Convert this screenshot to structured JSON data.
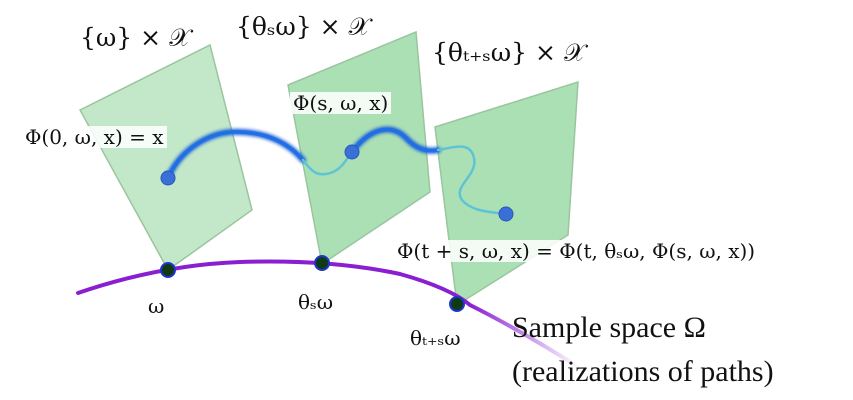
{
  "fibers": [
    {
      "title": "{ω} × 𝒳"
    },
    {
      "title": "{θₛω} × 𝒳"
    },
    {
      "title": "{θₜ₊ₛω} × 𝒳"
    }
  ],
  "labels": {
    "phi_start": "Φ(0, ω, x) = x",
    "phi_mid": "Φ(s, ω, x)",
    "phi_cocycle": "Φ(t + s, ω, x) = Φ(t, θₛω, Φ(s, ω, x))"
  },
  "points": {
    "omega": "ω",
    "theta_s_omega": "θₛω",
    "theta_ts_omega": "θₜ₊ₛω"
  },
  "sample_space": {
    "line1": "Sample space  Ω",
    "line2": "(realizations of paths)"
  },
  "colors": {
    "fiber_fill": "#8fd69c",
    "base_curve": "#8a1fd1",
    "trajectory_solid": "#1f5fd6",
    "trajectory_faint": "#5fc3d6",
    "point_fill": "#3a6fd8",
    "base_point": "#0f3a14"
  }
}
